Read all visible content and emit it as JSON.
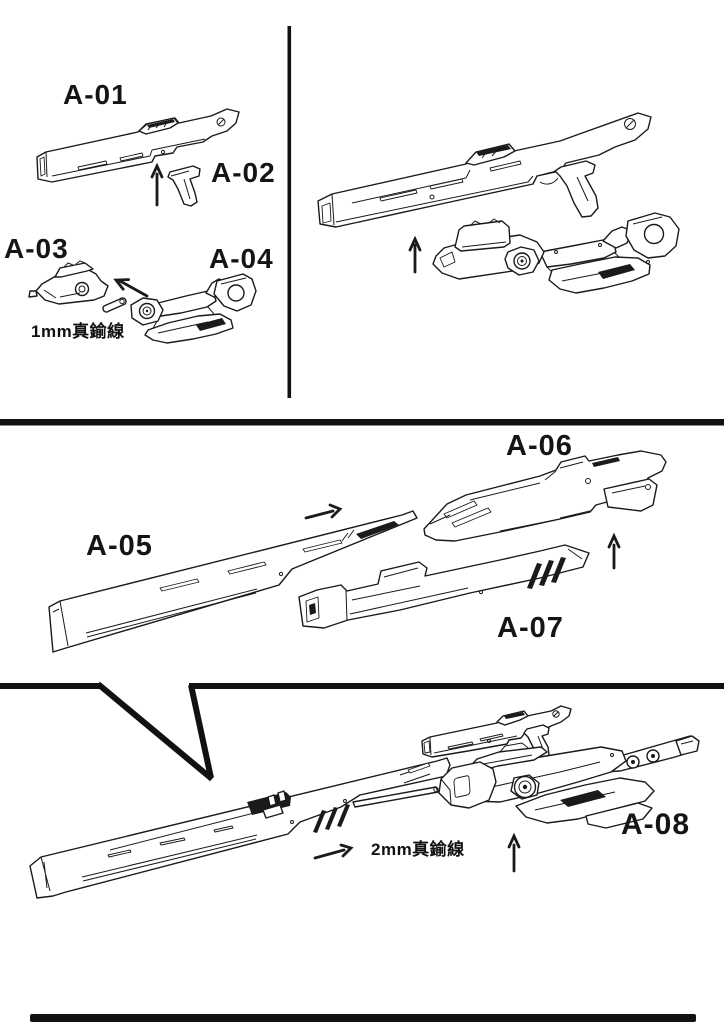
{
  "colors": {
    "ink": "#1a1a1a",
    "paper": "#ffffff"
  },
  "labels": {
    "a01": "A-01",
    "a02": "A-02",
    "a03": "A-03",
    "a04": "A-04",
    "a05": "A-05",
    "a06": "A-06",
    "a07": "A-07",
    "a08": "A-08"
  },
  "annotations": {
    "wire_1mm": "1mm真鍮線",
    "wire_2mm": "2mm真鍮線"
  }
}
